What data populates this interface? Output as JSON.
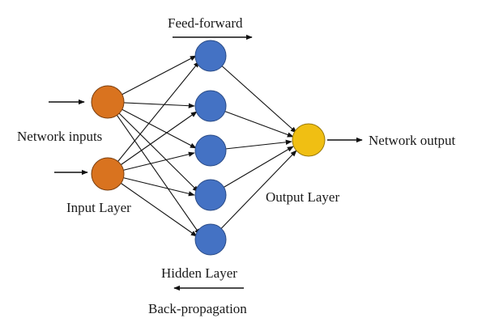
{
  "diagram": {
    "labels": {
      "feed_forward": "Feed-forward",
      "network_inputs": "Network inputs",
      "input_layer": "Input Layer",
      "hidden_layer": "Hidden Layer",
      "output_layer": "Output Layer",
      "network_output": "Network output",
      "back_propagation": "Back-propagation"
    },
    "layers": {
      "input": {
        "count": 2,
        "color": "#d9731f"
      },
      "hidden": {
        "count": 5,
        "color": "#4472c4"
      },
      "output": {
        "count": 1,
        "color": "#f0bf13"
      }
    },
    "edge_color": "#111111"
  }
}
